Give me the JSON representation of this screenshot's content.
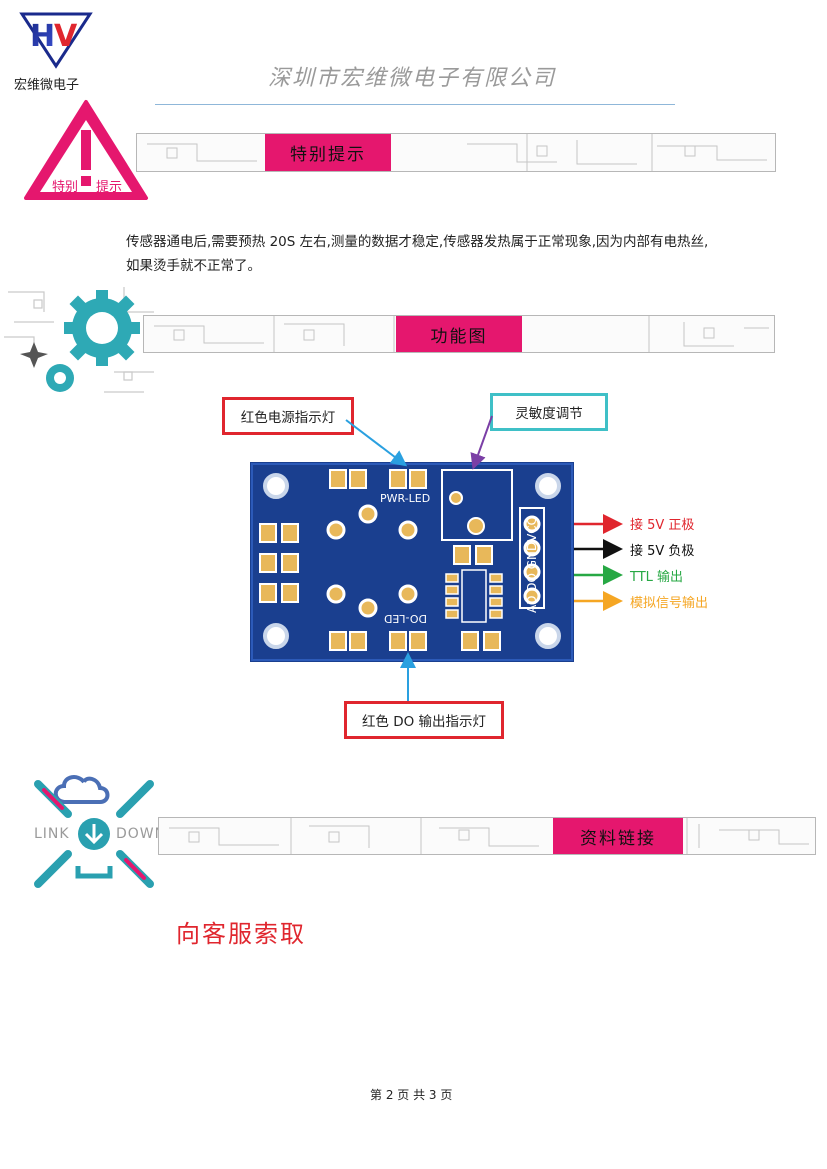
{
  "header": {
    "logo_text": "宏维微电子",
    "company_name": "深圳市宏维微电子有限公司"
  },
  "section_notice": {
    "warning_icon_text_left": "特别",
    "warning_icon_text_right": "提示",
    "banner_label": "特别提示",
    "paragraph": "传感器通电后,需要预热 20S 左右,测量的数据才稳定,传感器发热属于正常现象,因为内部有电热丝,如果烫手就不正常了。"
  },
  "section_function": {
    "banner_label": "功能图",
    "callouts": {
      "power_led": "红色电源指示灯",
      "sensitivity": "灵敏度调节",
      "do_led": "红色 DO 输出指示灯"
    },
    "board_silkscreen": {
      "pwr_led": "PWR-LED",
      "do_led": "DO-LED",
      "pins": "AD DO GNDVCC"
    },
    "pins": [
      {
        "label": "接 5V 正极",
        "color": "#e0262e"
      },
      {
        "label": "接 5V 负极",
        "color": "#111111"
      },
      {
        "label": "TTL 输出",
        "color": "#27a844"
      },
      {
        "label": "模拟信号输出",
        "color": "#f5a623"
      }
    ]
  },
  "section_link": {
    "icon_left": "LINK",
    "icon_right": "DOWN",
    "banner_label": "资料链接",
    "contact_text": "向客服索取"
  },
  "footer": {
    "page_info": "第 2 页 共 3 页"
  }
}
